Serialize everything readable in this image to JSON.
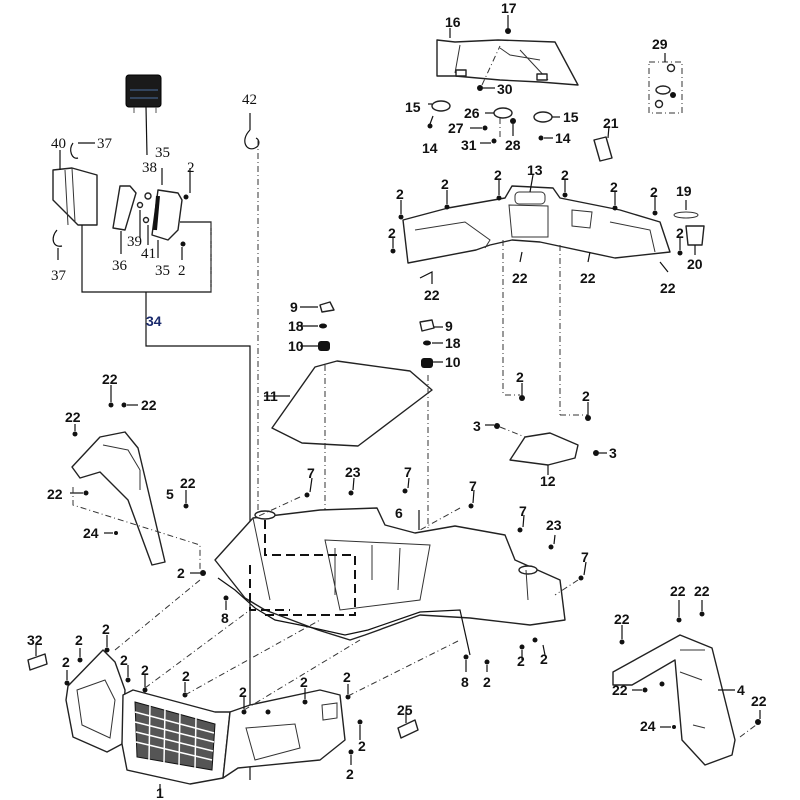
{
  "diagram": {
    "title": "ATV Front Body Panels / Dashboard Exploded Parts View",
    "callouts": {
      "c1": "1",
      "c2": "2",
      "c3": "3",
      "c4": "4",
      "c5": "5",
      "c6": "6",
      "c7": "7",
      "c8": "8",
      "c9": "9",
      "c10": "10",
      "c11": "11",
      "c12": "12",
      "c13": "13",
      "c14": "14",
      "c15": "15",
      "c16": "16",
      "c17": "17",
      "c18": "18",
      "c19": "19",
      "c20": "20",
      "c21": "21",
      "c22": "22",
      "c23": "23",
      "c24": "24",
      "c25": "25",
      "c26": "26",
      "c27": "27",
      "c28": "28",
      "c29": "29",
      "c30": "30",
      "c31": "31",
      "c32": "32",
      "c34": "34",
      "c35": "35",
      "c36": "36",
      "c37": "37",
      "c38": "38",
      "c39": "39",
      "c40": "40",
      "c41": "41",
      "c42": "42"
    },
    "components": [
      {
        "id": "1",
        "name": "front-bumper-grille"
      },
      {
        "id": "4",
        "name": "right-mudguard"
      },
      {
        "id": "5",
        "name": "left-mudguard"
      },
      {
        "id": "6",
        "name": "front-fender"
      },
      {
        "id": "11",
        "name": "storage-lid"
      },
      {
        "id": "12",
        "name": "center-cover"
      },
      {
        "id": "13",
        "name": "dashboard-panel"
      },
      {
        "id": "16",
        "name": "upper-cover"
      },
      {
        "id": "21",
        "name": "clip-plate"
      },
      {
        "id": "25",
        "name": "right-reflector"
      },
      {
        "id": "29",
        "name": "fastener-kit"
      },
      {
        "id": "32",
        "name": "left-reflector"
      },
      {
        "id": "34",
        "name": "headlight-assembly"
      },
      {
        "id": "36",
        "name": "headlight-lens"
      },
      {
        "id": "40",
        "name": "headlight-housing"
      },
      {
        "id": "42",
        "name": "wire-clip"
      }
    ],
    "accent_color": "#1a2a6c"
  }
}
